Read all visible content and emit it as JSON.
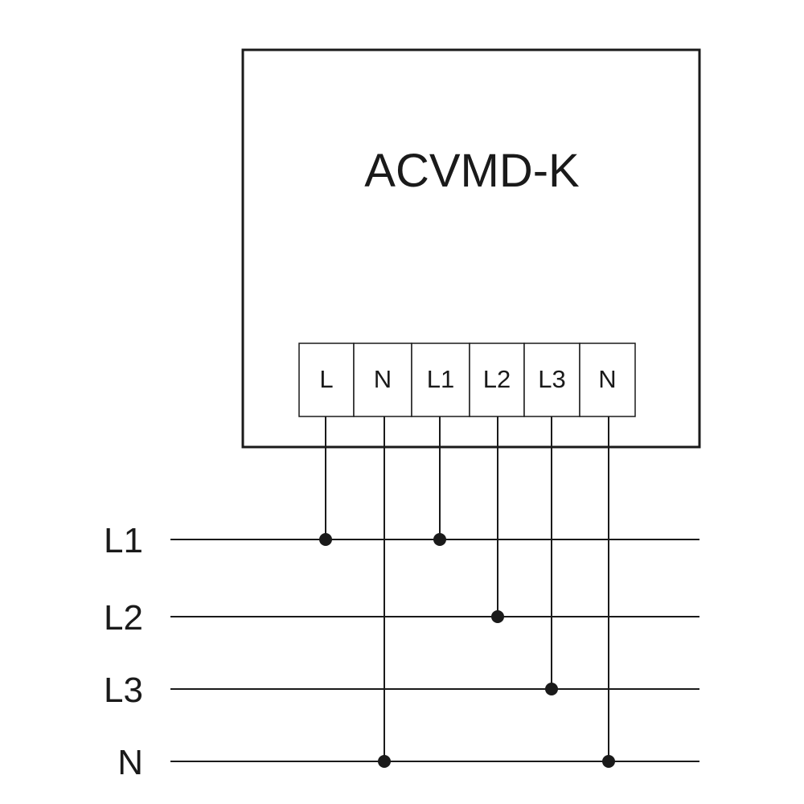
{
  "device": {
    "title": "ACVMD-K"
  },
  "terminals": [
    {
      "id": "t-L",
      "label": "L"
    },
    {
      "id": "t-N1",
      "label": "N"
    },
    {
      "id": "t-L1",
      "label": "L1"
    },
    {
      "id": "t-L2",
      "label": "L2"
    },
    {
      "id": "t-L3",
      "label": "L3"
    },
    {
      "id": "t-N2",
      "label": "N"
    }
  ],
  "bus_lines": [
    {
      "id": "bus-L1",
      "label": "L1"
    },
    {
      "id": "bus-L2",
      "label": "L2"
    },
    {
      "id": "bus-L3",
      "label": "L3"
    },
    {
      "id": "bus-N",
      "label": "N"
    }
  ],
  "connections": [
    {
      "terminal": "t-L",
      "bus": "bus-L1"
    },
    {
      "terminal": "t-N1",
      "bus": "bus-N"
    },
    {
      "terminal": "t-L1",
      "bus": "bus-L1"
    },
    {
      "terminal": "t-L2",
      "bus": "bus-L2"
    },
    {
      "terminal": "t-L3",
      "bus": "bus-L3"
    },
    {
      "terminal": "t-N2",
      "bus": "bus-N"
    }
  ],
  "colors": {
    "line": "#1a1a1a",
    "background": "#ffffff"
  }
}
